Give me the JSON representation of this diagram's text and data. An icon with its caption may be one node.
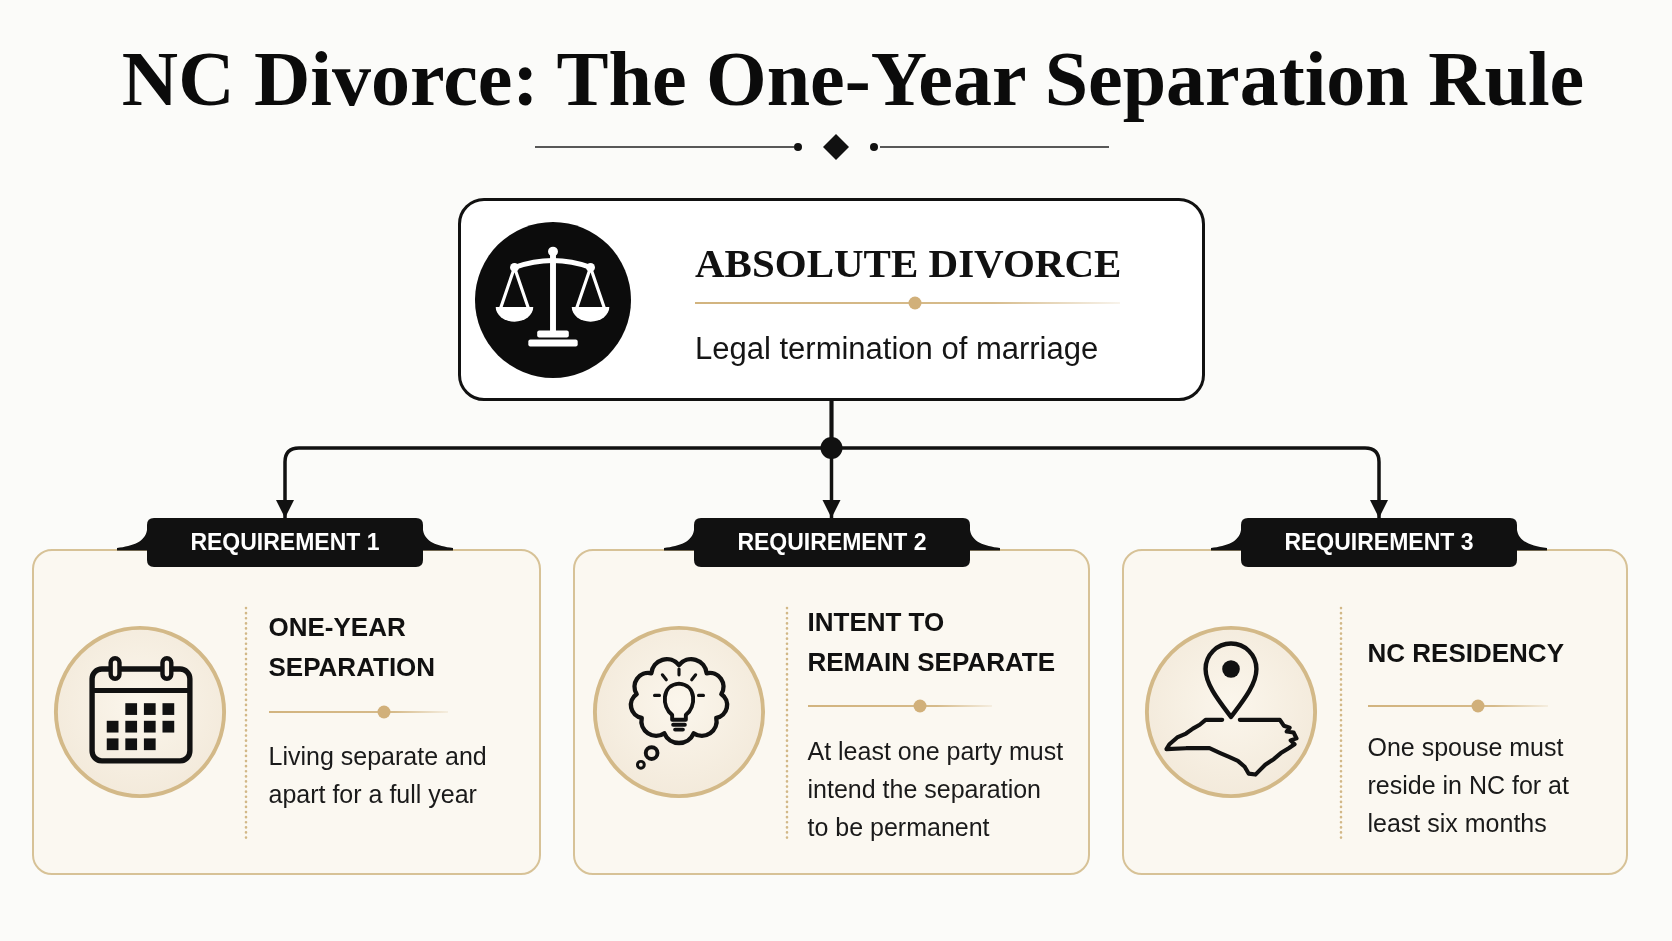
{
  "diagram": {
    "title": "NC Divorce: The One-Year Separation Rule",
    "nodes": [
      {
        "text": [
          "ABSOLUTE DIVORCE",
          "Legal termination of marriage"
        ]
      },
      {
        "text": [
          "REQUIREMENT 1"
        ]
      },
      {
        "text": [
          "ONE-YEAR SEPARATION",
          "Living separate and apart for a full year"
        ]
      },
      {
        "text": [
          "REQUIREMENT 2"
        ]
      },
      {
        "text": [
          "INTENT TO REMAIN SEPARATE",
          "At least one party must intend the separation to be permanent"
        ]
      },
      {
        "text": [
          "REQUIREMENT 3"
        ]
      },
      {
        "text": [
          "NC RESIDENCY",
          "One spouse must reside in NC for at least six months"
        ]
      }
    ],
    "edges": [
      {
        "from": 0,
        "to": 1,
        "arrow": "to"
      },
      {
        "from": 0,
        "to": 3,
        "arrow": "to"
      },
      {
        "from": 0,
        "to": 5,
        "arrow": "to"
      }
    ]
  }
}
